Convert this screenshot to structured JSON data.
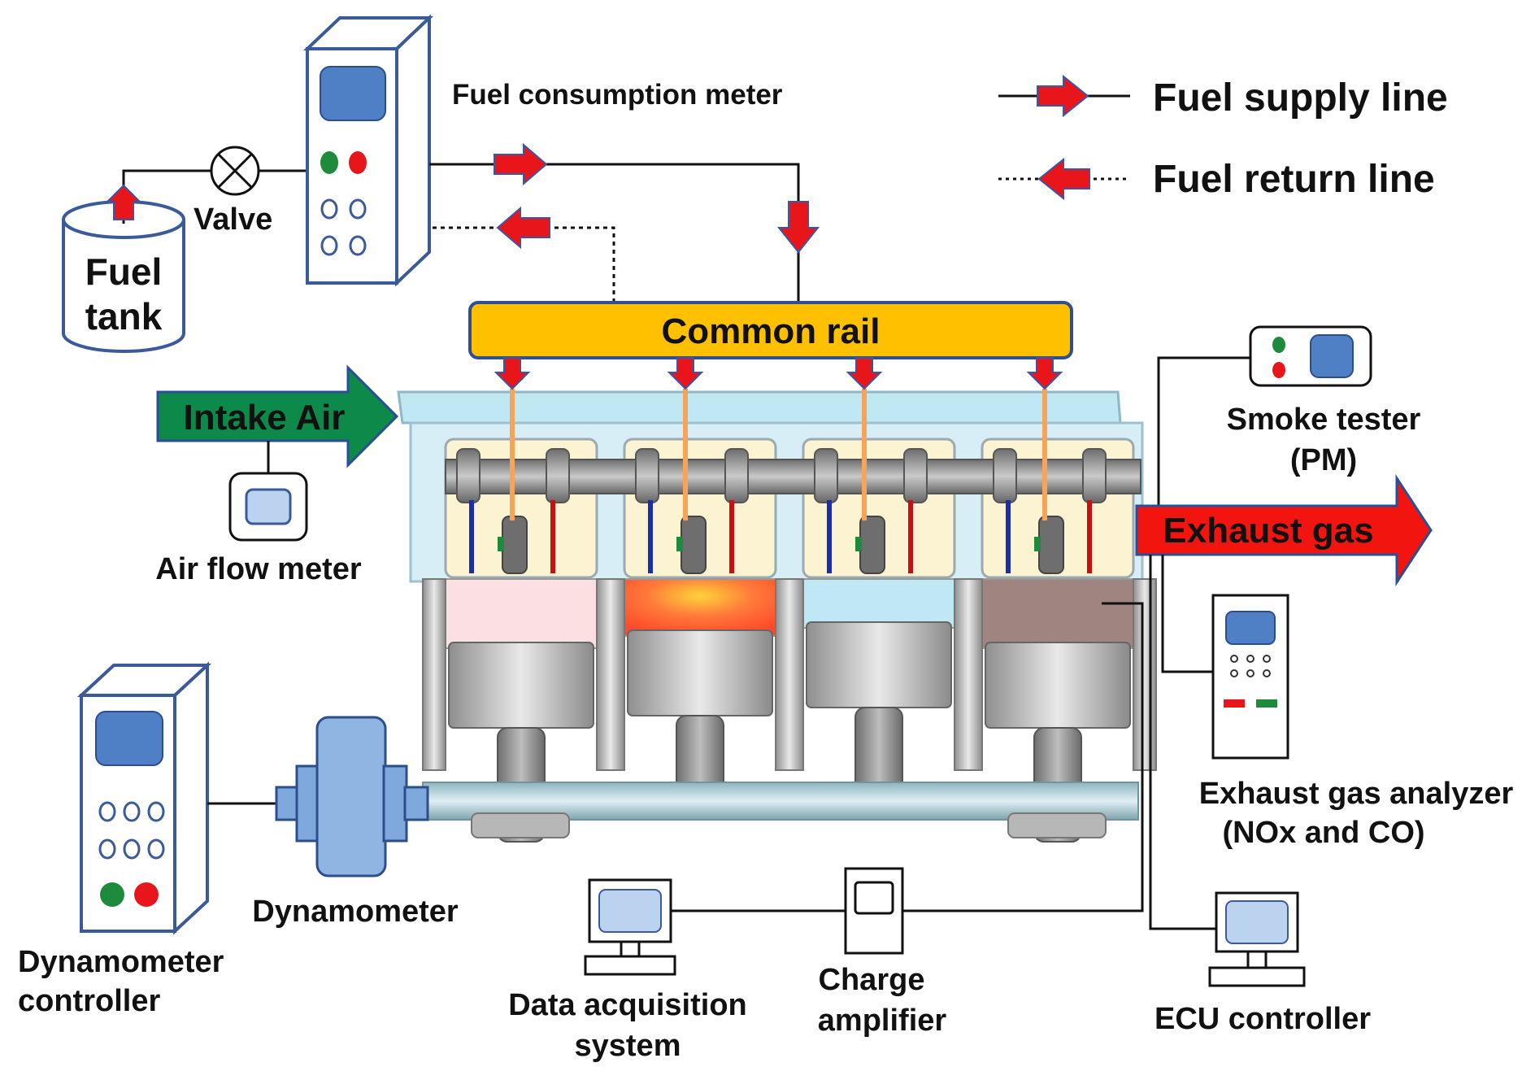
{
  "labels": {
    "fuel_tank_line1": "Fuel",
    "fuel_tank_line2": "tank",
    "valve": "Valve",
    "fuel_consumption_meter": "Fuel consumption meter",
    "common_rail": "Common rail",
    "intake_air": "Intake Air",
    "air_flow_meter": "Air flow meter",
    "smoke_tester_line1": "Smoke tester",
    "smoke_tester_line2": "(PM)",
    "exhaust_gas": "Exhaust gas",
    "exhaust_analyzer_line1": "Exhaust gas analyzer",
    "exhaust_analyzer_line2": "(NOx and CO)",
    "dynamometer": "Dynamometer",
    "dynamometer_controller_line1": "Dynamometer",
    "dynamometer_controller_line2": "controller",
    "data_acquisition_line1": "Data acquisition",
    "data_acquisition_line2": "system",
    "charge_amplifier_line1": "Charge",
    "charge_amplifier_line2": "amplifier",
    "ecu_controller": "ECU controller"
  },
  "legend": {
    "fuel_supply_line": "Fuel supply line",
    "fuel_return_line": "Fuel return line"
  },
  "colors": {
    "arrow_red": "#e8161b",
    "arrow_outline": "#3a56a6",
    "common_rail": "#ffc000",
    "intake_green": "#0d8a4a",
    "exhaust_red": "#f2150f",
    "device_blue": "#4f80c6",
    "engine_cyan": "#bfe7f4"
  }
}
